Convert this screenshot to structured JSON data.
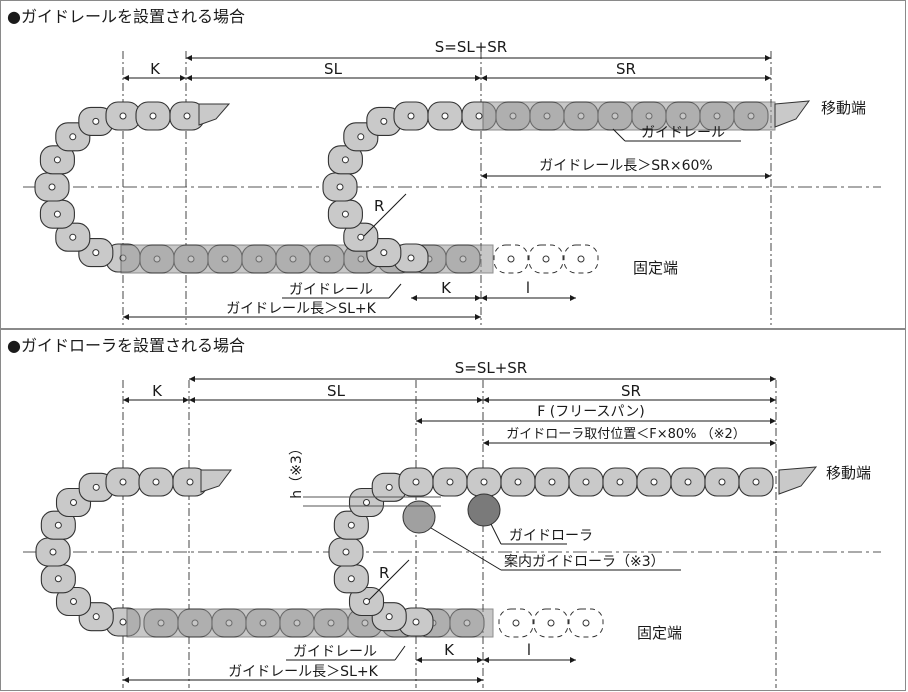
{
  "colors": {
    "link_fill": "#c9c9c9",
    "link_stroke": "#333333",
    "rail_fill": "#9a9a9a",
    "roller_fill": "#a0a0a0",
    "line": "#1a1a1a",
    "frame": "#8a8a8a"
  },
  "top": {
    "title": "●ガイドレールを設置される場合",
    "dim_s": "S=SL+SR",
    "label_k": "K",
    "label_sl": "SL",
    "label_sr": "SR",
    "label_moving_end": "移動端",
    "label_guide_rail_upper": "ガイドレール",
    "label_rail_length_upper": "ガイドレール長＞SR×60%",
    "label_r": "R",
    "label_fixed_end": "固定端",
    "label_guide_rail_lower": "ガイドレール",
    "label_k2": "K",
    "label_l": "l",
    "label_rail_length_lower": "ガイドレール長＞SL+K"
  },
  "bottom": {
    "title": "●ガイドローラを設置される場合",
    "dim_s": "S=SL+SR",
    "label_k": "K",
    "label_sl": "SL",
    "label_sr": "SR",
    "label_free_span": "F (フリースパン)",
    "label_roller_position": "ガイドローラ取付位置＜F×80% （※2）",
    "label_h": "h（※3）",
    "label_moving_end": "移動端",
    "label_guide_roller": "ガイドローラ",
    "label_guide_roller_inner": "案内ガイドローラ（※3）",
    "label_r": "R",
    "label_fixed_end": "固定端",
    "label_guide_rail": "ガイドレール",
    "label_k2": "K",
    "label_l": "l",
    "label_rail_length": "ガイドレール長＞SL+K"
  }
}
